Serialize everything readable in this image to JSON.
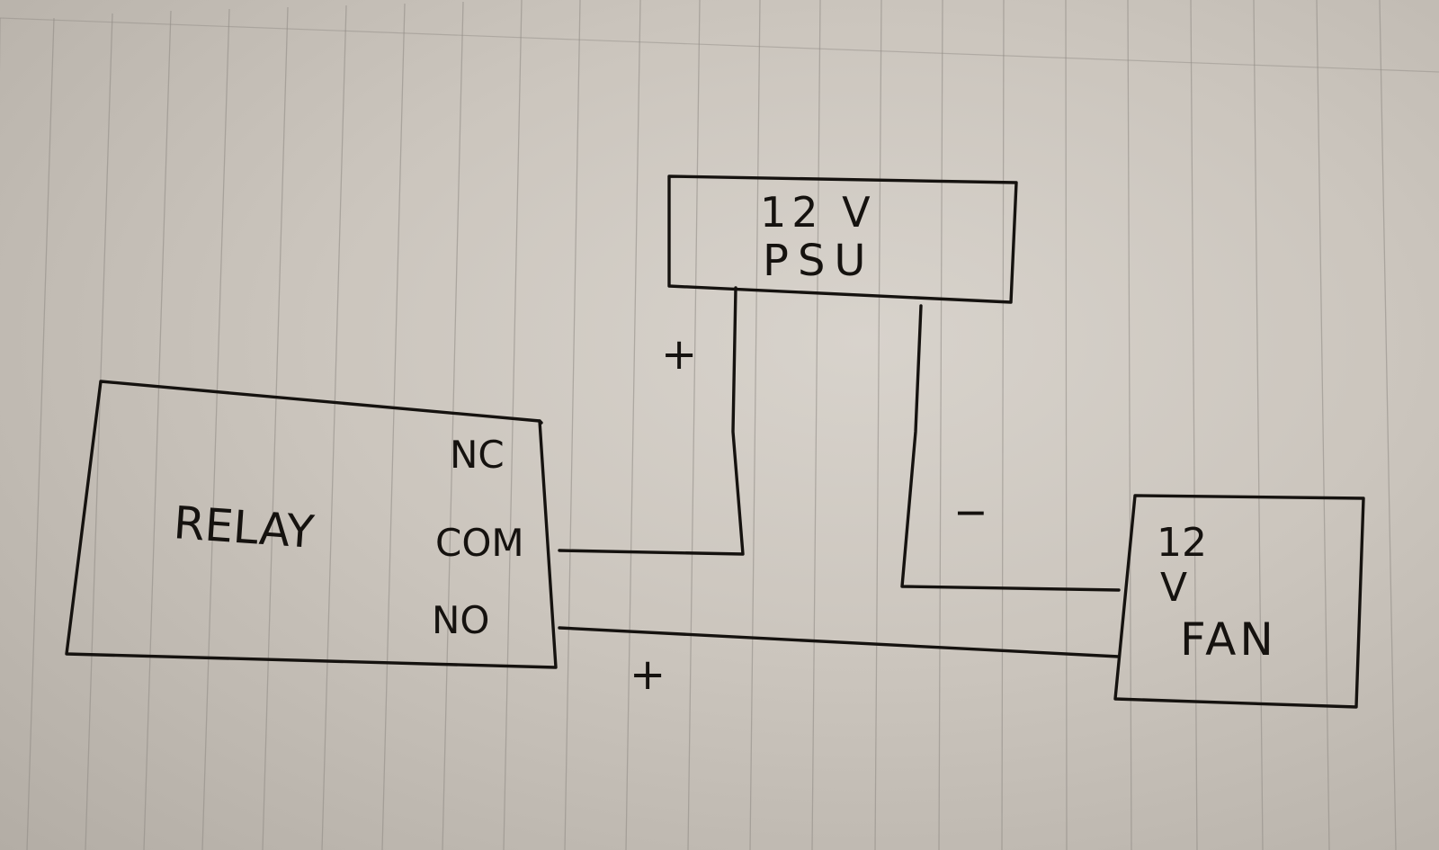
{
  "diagram": {
    "psu": {
      "line1": "12 V",
      "line2": "PSU"
    },
    "relay": {
      "label": "RELAY",
      "terminals": [
        "NC",
        "COM",
        "NO"
      ]
    },
    "fan": {
      "line1": "12",
      "line2": "V",
      "line3": "FAN"
    },
    "polarity": {
      "psu_positive": "+",
      "psu_negative": "−",
      "fan_positive": "+"
    }
  }
}
